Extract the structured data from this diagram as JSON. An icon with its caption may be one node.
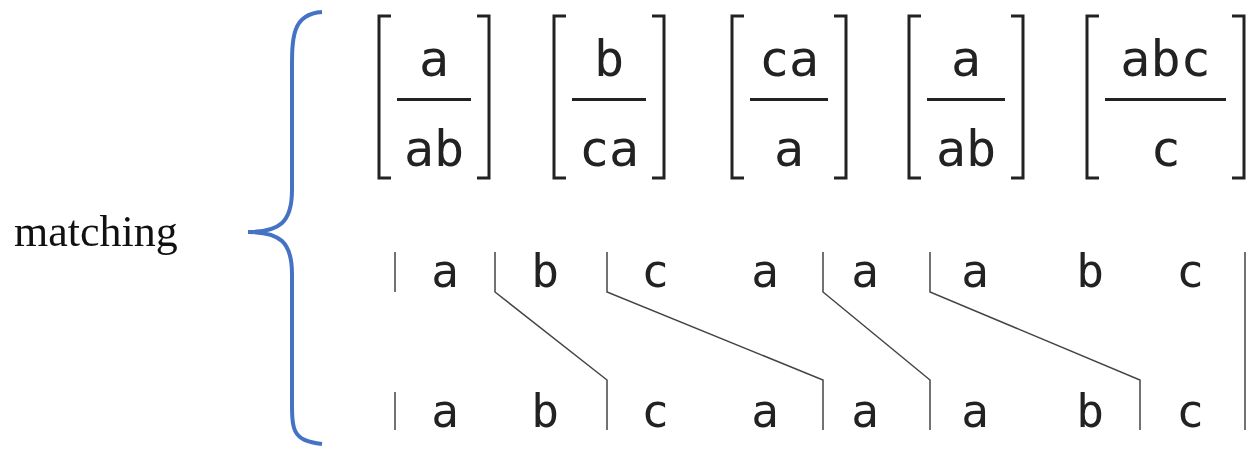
{
  "diagram": {
    "nodes": [
      {
        "text": [
          "a",
          "ab"
        ]
      },
      {
        "text": [
          "b",
          "ca"
        ]
      },
      {
        "text": [
          "ca",
          "a"
        ]
      },
      {
        "text": [
          "a",
          "ab"
        ]
      },
      {
        "text": [
          "abc",
          "c"
        ]
      }
    ],
    "labels": [
      "matching",
      "a",
      "b",
      "c",
      "a",
      "a",
      "a",
      "b",
      "c",
      "a",
      "b",
      "c",
      "a",
      "a",
      "a",
      "b",
      "c"
    ]
  }
}
